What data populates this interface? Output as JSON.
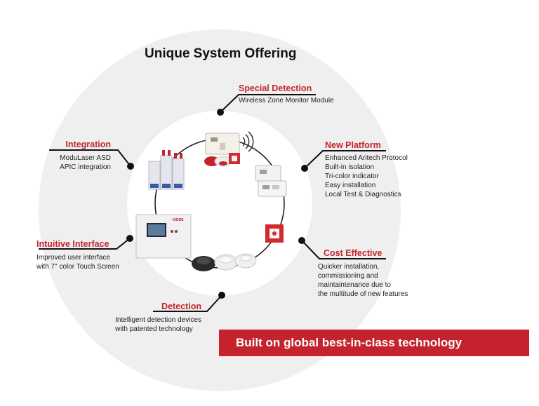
{
  "title": "Unique System Offering",
  "banner": "Built on global best-in-class technology",
  "panel_brand": "KIDDE",
  "colors": {
    "accent": "#c4232d",
    "ring_outer": "#efefef",
    "ring_inner": "#ffffff"
  },
  "features": {
    "special_detection": {
      "title": "Special Detection",
      "lines": [
        "Wireless Zone Monitor Module"
      ]
    },
    "integration": {
      "title": "Integration",
      "lines": [
        "ModuLaser ASD",
        "APIC integration"
      ]
    },
    "new_platform": {
      "title": "New Platform",
      "lines": [
        "Enhanced Aritech Protocol",
        "Built-in isolation",
        "Tri-color indicator",
        "Easy installation",
        "Local Test & Diagnostics"
      ]
    },
    "intuitive_interface": {
      "title": "Intuitive Interface",
      "lines": [
        "Improved user interface",
        "with 7\" color Touch Screen"
      ]
    },
    "cost_effective": {
      "title": "Cost Effective",
      "lines": [
        "Quicker installation,",
        "commissioning and",
        "maintaintenance due to",
        "the multitude of new features"
      ]
    },
    "detection": {
      "title": "Detection",
      "lines": [
        "Intelligent detection devices",
        "with patented technology"
      ]
    }
  }
}
